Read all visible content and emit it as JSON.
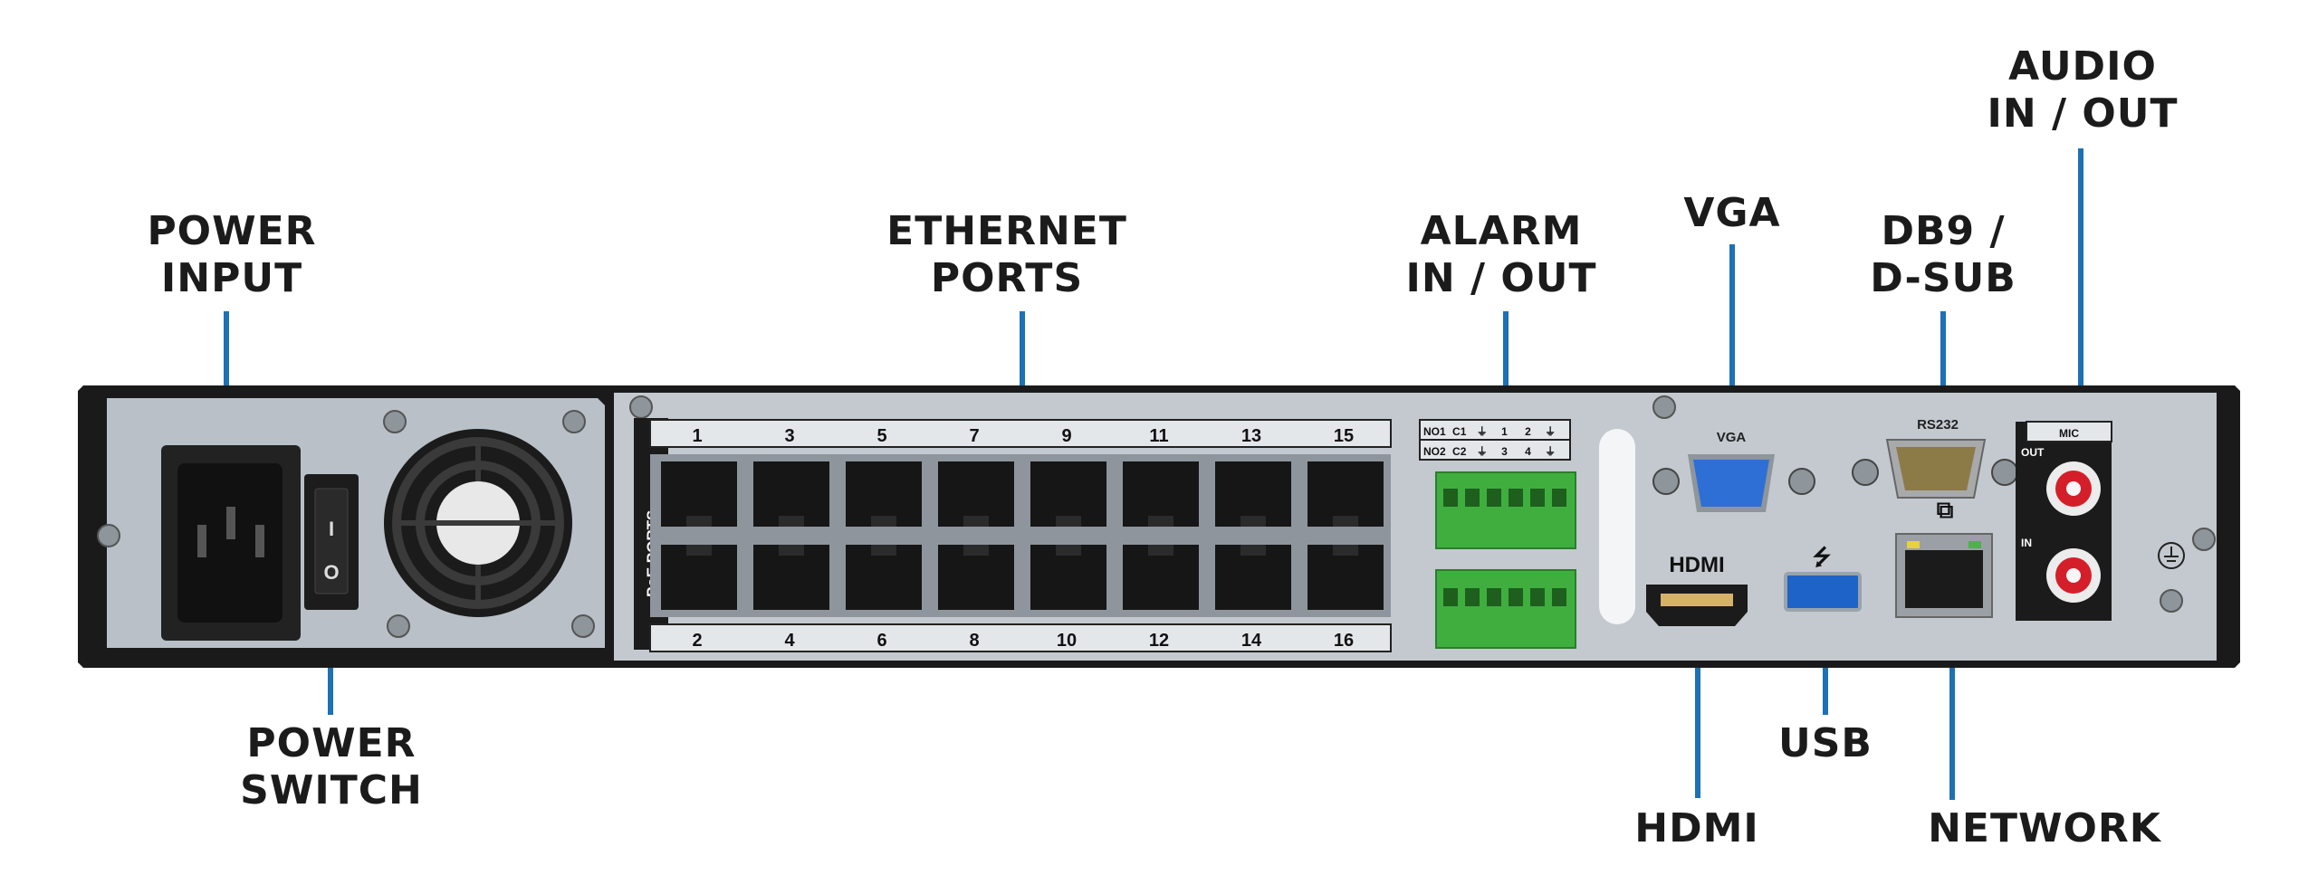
{
  "labels": {
    "power_input": [
      "POWER",
      "INPUT"
    ],
    "power_switch": [
      "POWER",
      "SWITCH"
    ],
    "ethernet_ports": [
      "ETHERNET",
      "PORTS"
    ],
    "alarm": [
      "ALARM",
      "IN / OUT"
    ],
    "vga": [
      "VGA"
    ],
    "db9": [
      "DB9 /",
      "D-SUB"
    ],
    "audio": [
      "AUDIO",
      "IN / OUT"
    ],
    "hdmi": [
      "HDMI"
    ],
    "usb": [
      "USB"
    ],
    "network": [
      "NETWORK"
    ]
  },
  "panel": {
    "poe_title": "PoE PORTS",
    "top_ports": [
      "1",
      "3",
      "5",
      "7",
      "9",
      "11",
      "13",
      "15"
    ],
    "bottom_ports": [
      "2",
      "4",
      "6",
      "8",
      "10",
      "12",
      "14",
      "16"
    ],
    "alarm_row1": [
      "NO1",
      "C1",
      "⏚",
      "1",
      "2",
      "⏚"
    ],
    "alarm_row2": [
      "NO2",
      "C2",
      "⏚",
      "3",
      "4",
      "⏚"
    ],
    "vga_text": "VGA",
    "rs232_text": "RS232",
    "hdmi_logo": "HDMI",
    "mic_text": "MIC",
    "out_text": "OUT",
    "in_text": "IN",
    "switch_on": "I",
    "switch_off": "O"
  },
  "colors": {
    "leader": "#1d71b4",
    "chassis": "#1a1a1a",
    "faceplate": "#bcc3ca",
    "terminal_green": "#3fae3f",
    "vga_blue": "#2e6fd6",
    "usb_blue": "#1e63c7",
    "rca_red": "#d41f2a"
  }
}
